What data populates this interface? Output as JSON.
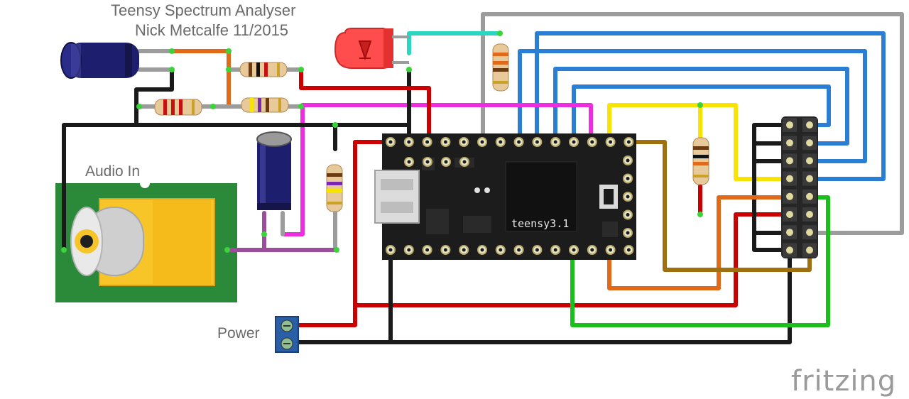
{
  "title_line1": "Teensy Spectrum Analyser",
  "title_line2": "Nick Metcalfe 11/2015",
  "audio_label": "Audio In",
  "power_label": "Power",
  "board_label": "teensy3.1",
  "watermark": "fritzing",
  "colors": {
    "red": "#cc0000",
    "black": "#1a1a1a",
    "blue": "#2a7fd4",
    "gray": "#9c9c9c",
    "orange": "#e0691a",
    "yellow": "#f7e400",
    "magenta": "#ee2ce0",
    "purple": "#9b4f9b",
    "green": "#1bbf1b",
    "teal": "#2ad6c2",
    "brown": "#a07010",
    "board_green": "#2a8a3a",
    "jack_yellow": "#f7c528",
    "teensy_body": "#1c1c1c"
  },
  "components": [
    "electrolytic-capacitor-top",
    "electrolytic-capacitor-middle",
    "resistor-top",
    "resistor-middle",
    "resistor-left",
    "resistor-vertical-right-of-cap",
    "resistor-led",
    "resistor-vertical-right",
    "red-led",
    "audio-jack",
    "teensy-board",
    "power-terminal",
    "pin-header-2x8"
  ]
}
